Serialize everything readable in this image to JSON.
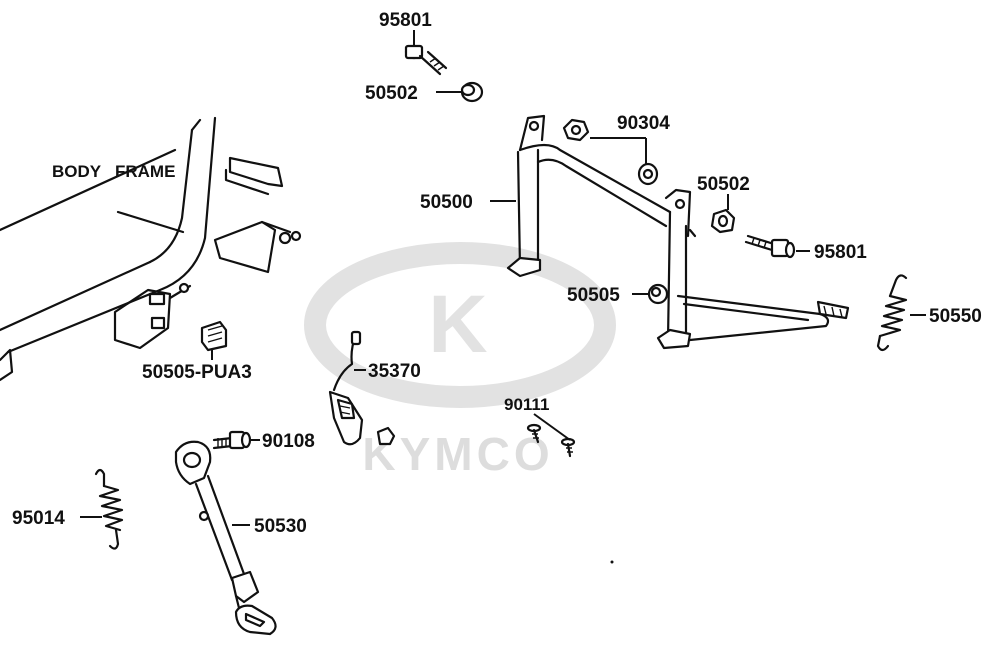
{
  "diagram": {
    "frame_label": "BODY   FRAME",
    "watermark": {
      "text": "KYMCO",
      "emblem_letter": "K",
      "color": "#dddddd"
    },
    "callouts": [
      {
        "id": "c-95801-top",
        "part": "95801"
      },
      {
        "id": "c-50502-top",
        "part": "50502"
      },
      {
        "id": "c-90304",
        "part": "90304"
      },
      {
        "id": "c-50500",
        "part": "50500"
      },
      {
        "id": "c-50502-right",
        "part": "50502"
      },
      {
        "id": "c-95801-right",
        "part": "95801"
      },
      {
        "id": "c-50505",
        "part": "50505"
      },
      {
        "id": "c-50550",
        "part": "50550"
      },
      {
        "id": "c-50505-pua3",
        "part": "50505-PUA3"
      },
      {
        "id": "c-35370",
        "part": "35370"
      },
      {
        "id": "c-90111",
        "part": "90111"
      },
      {
        "id": "c-90108",
        "part": "90108"
      },
      {
        "id": "c-95014",
        "part": "95014"
      },
      {
        "id": "c-50530",
        "part": "50530"
      }
    ]
  }
}
